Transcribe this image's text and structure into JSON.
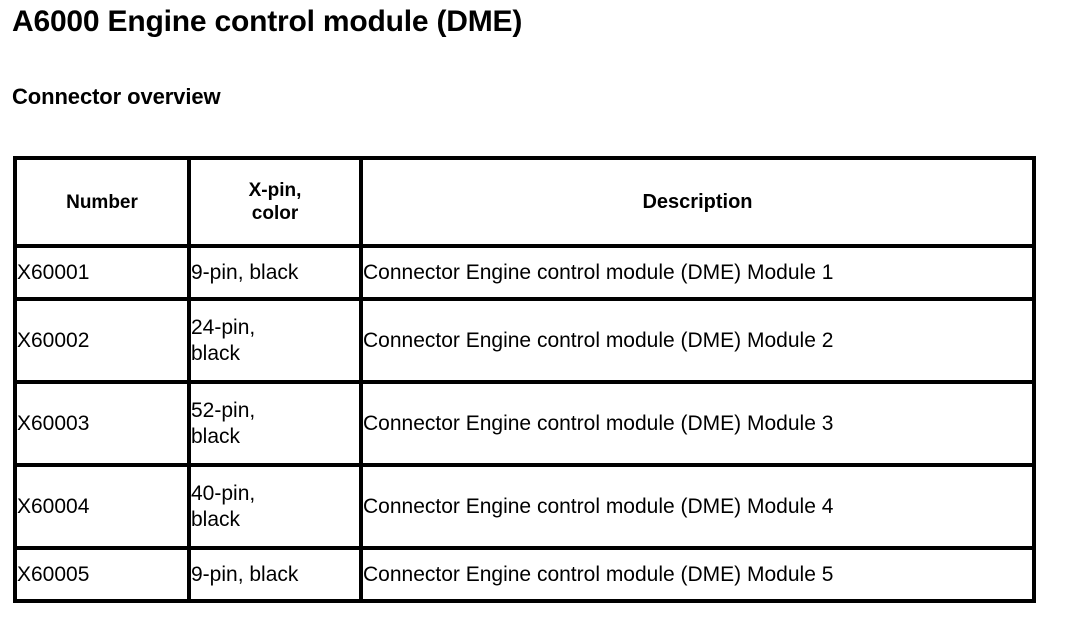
{
  "document": {
    "title": "A6000 Engine control module (DME)",
    "section_heading": "Connector overview"
  },
  "table": {
    "headers": {
      "number": "Number",
      "xpin_line1": "X-pin,",
      "xpin_line2": "color",
      "description": "Description"
    },
    "rows": [
      {
        "number": "X60001",
        "xpin_line1": "9-pin, black",
        "xpin_line2": "",
        "description": "Connector Engine control module (DME) Module 1",
        "height": "short"
      },
      {
        "number": "X60002",
        "xpin_line1": "24-pin,",
        "xpin_line2": "black",
        "description": "Connector Engine control module (DME) Module 2",
        "height": "tall"
      },
      {
        "number": "X60003",
        "xpin_line1": "52-pin,",
        "xpin_line2": "black",
        "description": "Connector Engine control module (DME) Module 3",
        "height": "tall"
      },
      {
        "number": "X60004",
        "xpin_line1": "40-pin,",
        "xpin_line2": "black",
        "description": "Connector Engine control module (DME) Module 4",
        "height": "tall"
      },
      {
        "number": "X60005",
        "xpin_line1": "9-pin, black",
        "xpin_line2": "",
        "description": "Connector Engine control module (DME) Module 5",
        "height": "short"
      }
    ]
  },
  "colors": {
    "page_background": "#ffffff",
    "text": "#000000",
    "border": "#000000"
  }
}
